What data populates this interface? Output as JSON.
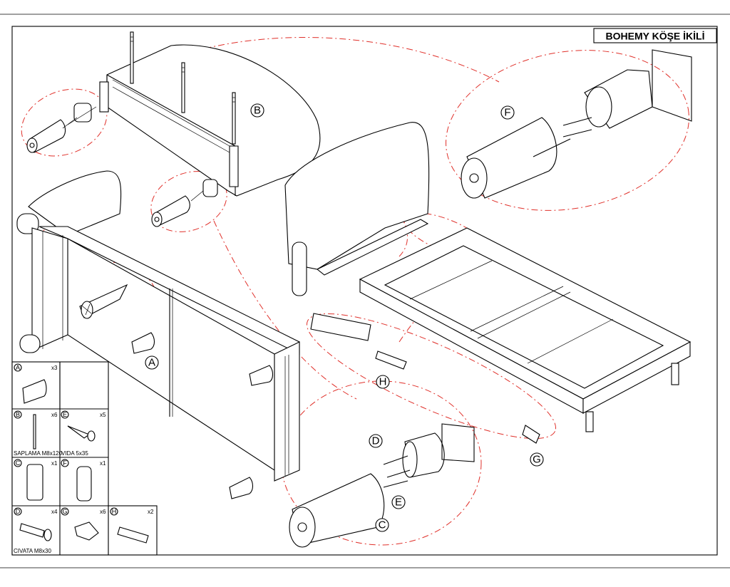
{
  "title": "BOHEMY KÖŞE İKİLİ",
  "callouts": {
    "A": "A",
    "B": "B",
    "C": "C",
    "D": "D",
    "E": "E",
    "F": "F",
    "G": "G",
    "H": "H"
  },
  "parts": [
    {
      "letter": "A",
      "qty": "x3",
      "label": ""
    },
    {
      "letter": "B",
      "qty": "x6",
      "label": "SAPLAMA M8x120"
    },
    {
      "letter": "E",
      "qty": "x5",
      "label": "VIDA 5x35"
    },
    {
      "letter": "C",
      "qty": "x1",
      "label": ""
    },
    {
      "letter": "F",
      "qty": "x1",
      "label": ""
    },
    {
      "letter": "D",
      "qty": "x4",
      "label": "CIVATA M8x30"
    },
    {
      "letter": "G",
      "qty": "x6",
      "label": ""
    },
    {
      "letter": "H",
      "qty": "x2",
      "label": ""
    }
  ],
  "colors": {
    "line": "#000000",
    "dash": "#e0302a",
    "fill": "#ffffff"
  }
}
